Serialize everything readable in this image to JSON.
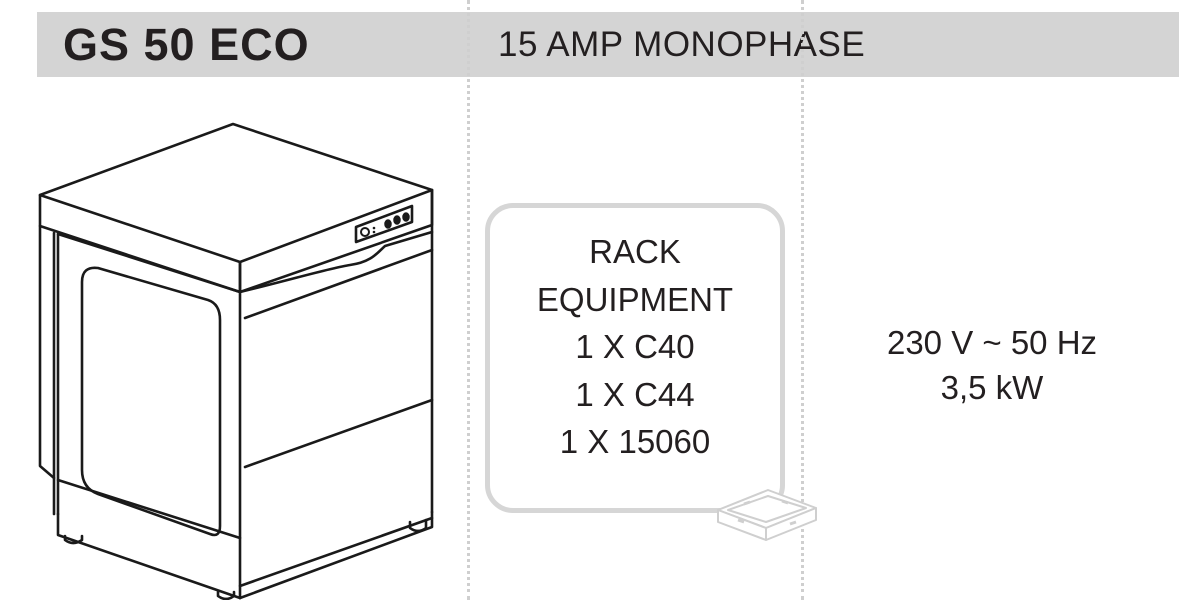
{
  "header": {
    "model": "GS 50 ECO",
    "power_type": "15 AMP MONOPHASE",
    "bar_color": "#d4d4d4"
  },
  "product_image": {
    "icon": "undercounter-dishwasher-line-drawing",
    "control_panel_icon": "control-panel-buttons"
  },
  "rack_equipment": {
    "lines": [
      "RACK",
      "EQUIPMENT",
      "1 X C40",
      "1 X C44",
      "1 X 15060"
    ],
    "icon": "rack-tray-icon",
    "border_color": "#d6d6d6"
  },
  "electrical": {
    "voltage": "230 V ~ 50 Hz",
    "power": "3,5 kW"
  }
}
